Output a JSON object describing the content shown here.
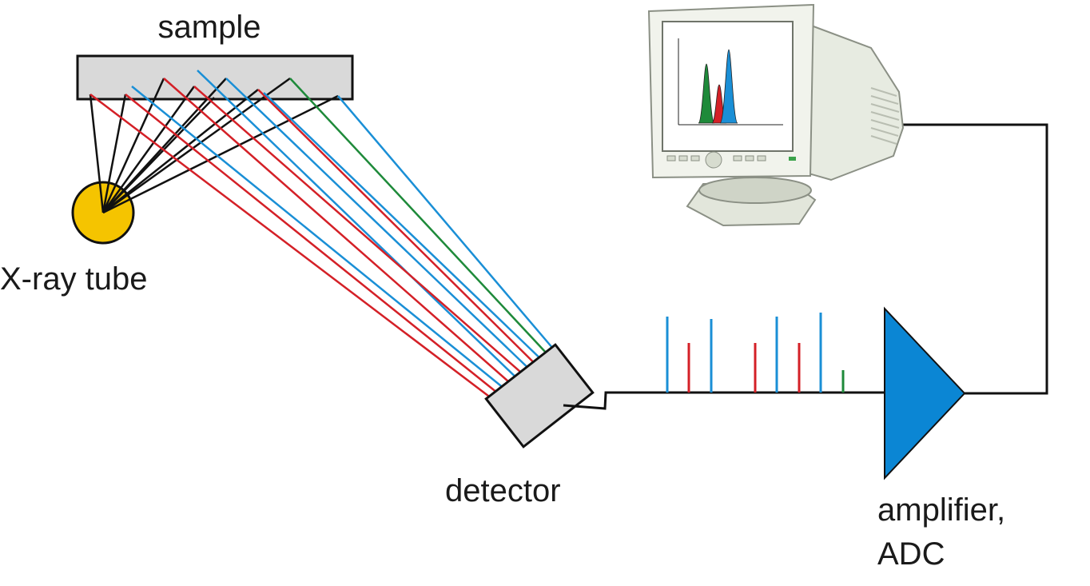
{
  "labels": {
    "sample": "sample",
    "xray_tube": "X-ray tube",
    "detector": "detector",
    "amplifier_line1": "amplifier,",
    "amplifier_line2": "ADC"
  },
  "colors": {
    "primary_beam": "#111111",
    "fluorescence_red": "#d42027",
    "fluorescence_blue": "#1a8fd6",
    "fluorescence_green": "#1e8a3a",
    "tube": "#f5c400",
    "sample_fill": "#d9d9d9",
    "detector_fill": "#d9d9d9",
    "amplifier": "#0b86d4",
    "signal_wire": "#111111"
  },
  "pulse_colors": [
    "blue",
    "red",
    "blue",
    "red",
    "blue",
    "red",
    "blue",
    "green"
  ],
  "fluorescence_ray_colors": [
    "red",
    "red",
    "blue",
    "red",
    "blue",
    "red",
    "blue",
    "red",
    "blue",
    "green",
    "blue"
  ],
  "monitor_spectrum_peaks": [
    "green",
    "red",
    "blue"
  ]
}
